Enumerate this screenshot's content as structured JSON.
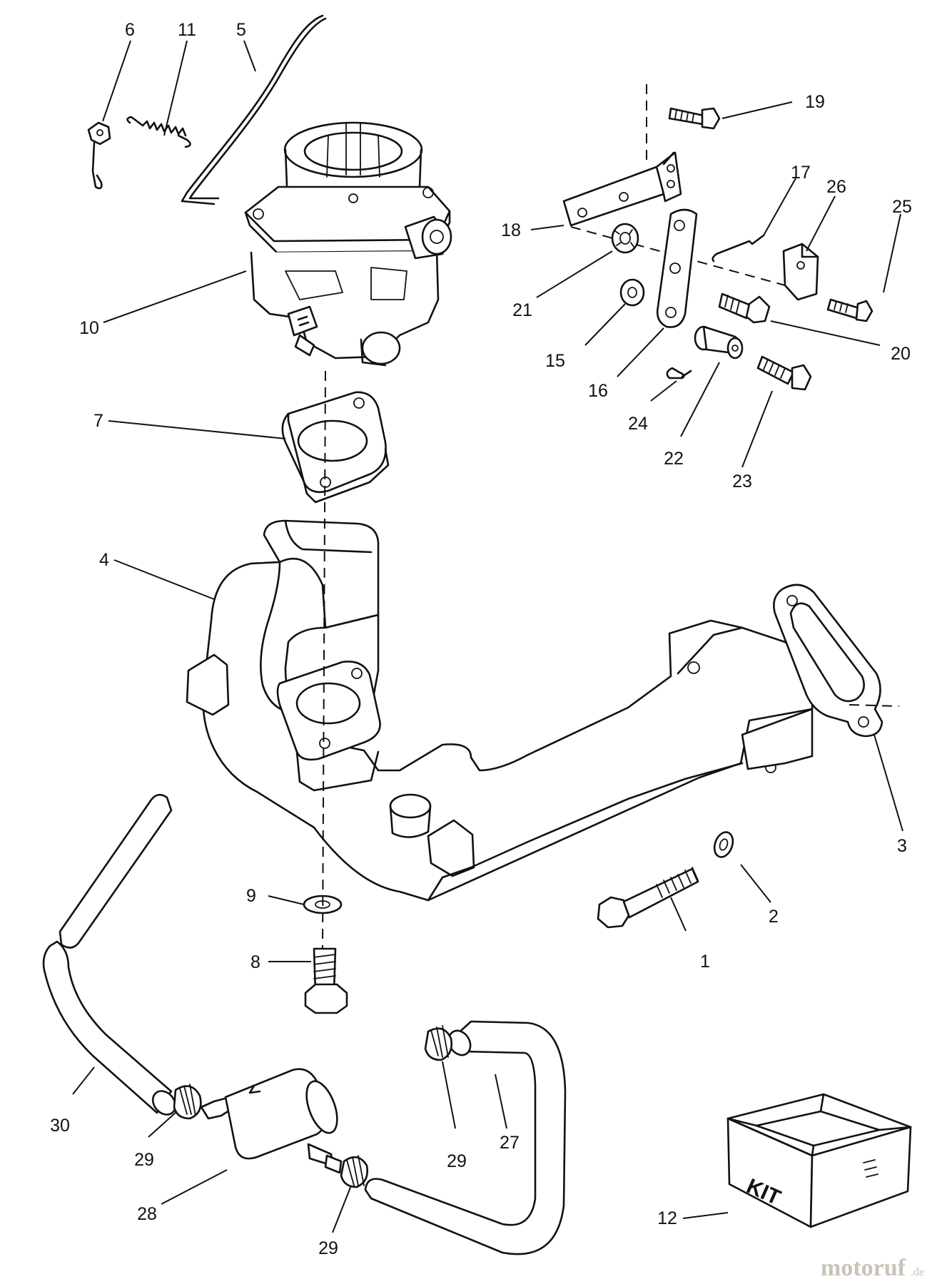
{
  "callouts": [
    {
      "id": "c1",
      "text": "1"
    },
    {
      "id": "c2",
      "text": "2"
    },
    {
      "id": "c3",
      "text": "3"
    },
    {
      "id": "c4",
      "text": "4"
    },
    {
      "id": "c5",
      "text": "5"
    },
    {
      "id": "c6",
      "text": "6"
    },
    {
      "id": "c7",
      "text": "7"
    },
    {
      "id": "c8",
      "text": "8"
    },
    {
      "id": "c9",
      "text": "9"
    },
    {
      "id": "c10",
      "text": "10"
    },
    {
      "id": "c11",
      "text": "11"
    },
    {
      "id": "c12",
      "text": "12"
    },
    {
      "id": "c15",
      "text": "15"
    },
    {
      "id": "c16",
      "text": "16"
    },
    {
      "id": "c17",
      "text": "17"
    },
    {
      "id": "c18",
      "text": "18"
    },
    {
      "id": "c19",
      "text": "19"
    },
    {
      "id": "c20",
      "text": "20"
    },
    {
      "id": "c21",
      "text": "21"
    },
    {
      "id": "c22",
      "text": "22"
    },
    {
      "id": "c23",
      "text": "23"
    },
    {
      "id": "c24",
      "text": "24"
    },
    {
      "id": "c25",
      "text": "25"
    },
    {
      "id": "c26",
      "text": "26"
    },
    {
      "id": "c27",
      "text": "27"
    },
    {
      "id": "c28",
      "text": "28"
    },
    {
      "id": "c29a",
      "text": "29"
    },
    {
      "id": "c29b",
      "text": "29"
    },
    {
      "id": "c29c",
      "text": "29"
    },
    {
      "id": "c30",
      "text": "30"
    }
  ],
  "kit_box": {
    "label": "KIT"
  },
  "watermark": {
    "brand": "motoruf",
    "suffix": ".de"
  }
}
